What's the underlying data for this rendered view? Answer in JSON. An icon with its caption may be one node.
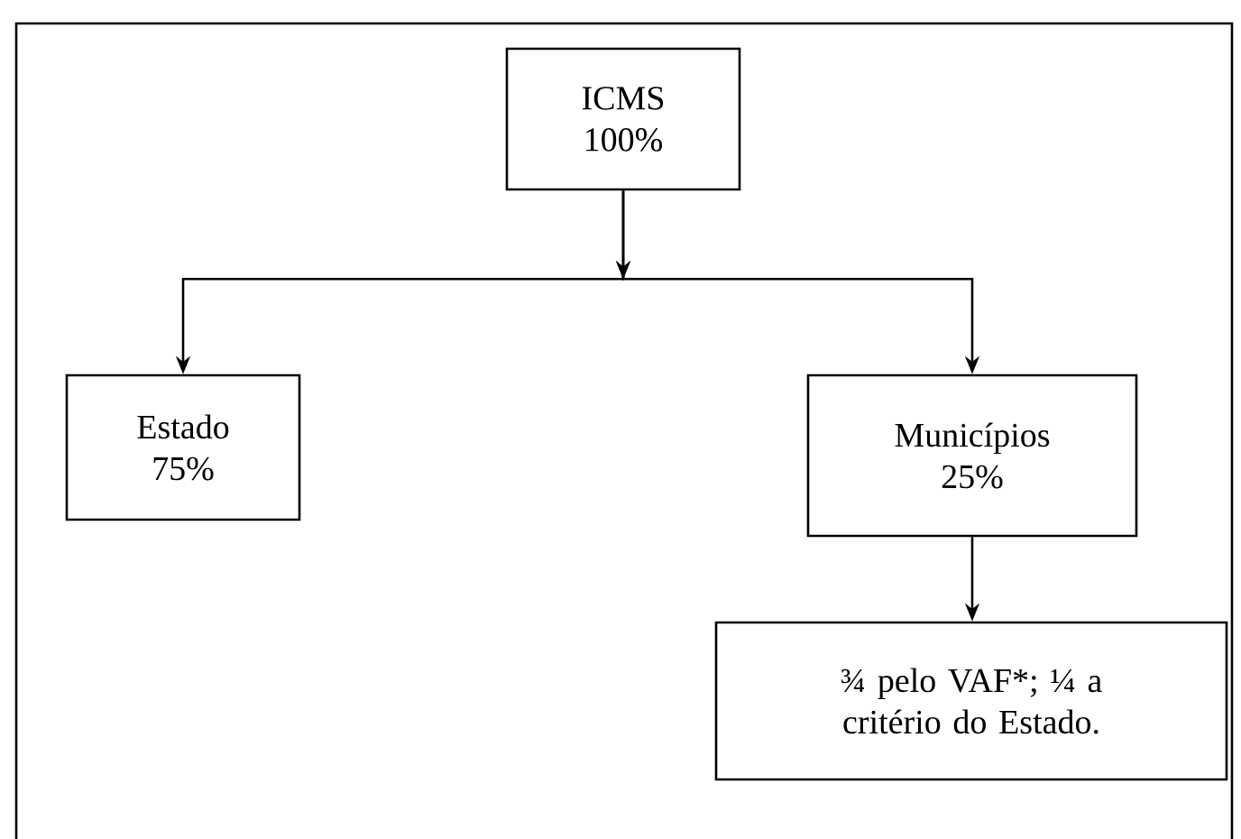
{
  "diagram": {
    "nodes": [
      {
        "text": [
          "ICMS 100%"
        ]
      },
      {
        "text": [
          "Estado 75%"
        ]
      },
      {
        "text": [
          "Municípios 25%"
        ]
      },
      {
        "text": [
          "¾ pelo VAF*; ¼ a critério do Estado."
        ]
      }
    ],
    "edges": [
      {
        "from": 0,
        "to": 1,
        "arrow": "to"
      },
      {
        "from": 0,
        "to": 2,
        "arrow": "to"
      },
      {
        "from": 2,
        "to": 3,
        "arrow": "to"
      }
    ]
  }
}
